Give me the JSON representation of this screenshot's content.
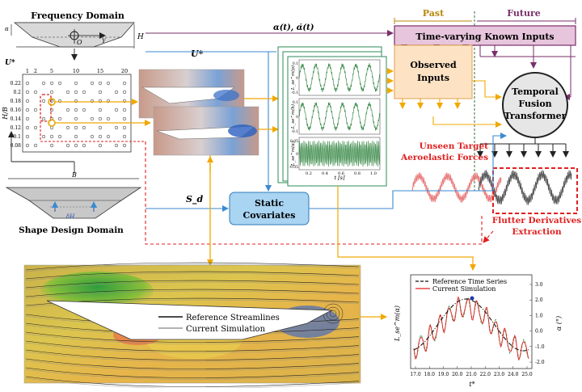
{
  "frequency_domain": {
    "title": "Frequency Domain",
    "alpha_label": "α",
    "h_label": "H",
    "o_label": "O",
    "y_label": "Y",
    "u_label": "U*",
    "x_ticks": [
      "1",
      "2",
      "5",
      "10",
      "15",
      "20"
    ],
    "y_axis_label": "H/B",
    "y_ticks": [
      "0.22",
      "0.2",
      "0.18",
      "0.16",
      "0.14",
      "0.12",
      "0.1",
      "0.08"
    ]
  },
  "shape_design": {
    "title": "Shape Design Domain",
    "b_label": "B",
    "dh_label": "δH"
  },
  "flow": {
    "u_star": "U*",
    "sd": "S_d",
    "alpha_input": "α(t), α̇(t)"
  },
  "timeline": {
    "past": "Past",
    "future": "Future"
  },
  "boxes": {
    "known_inputs": "Time-varying Known Inputs",
    "observed_line1": "Observed",
    "observed_line2": "Inputs",
    "tft_line1": "Temporal",
    "tft_line2": "Fusion",
    "tft_line3": "Transformer",
    "static_line1": "Static",
    "static_line2": "Covariates"
  },
  "force_panel": {
    "y_labels": [
      "L_se^m(p)",
      "L_se^m(h)",
      "L_se^m(α)"
    ],
    "x_ticks": [
      "0.2",
      "0.4",
      "0.6",
      "0.8",
      "1.0"
    ],
    "x_label": "t [s]",
    "y_ticks": [
      "0.1",
      "0",
      "-0.1",
      "0.1",
      "0",
      "-0.1",
      "0.05",
      "0",
      "-0.05"
    ]
  },
  "labels": {
    "unseen_line1": "Unseen Target",
    "unseen_line2": "Aeroelastic Forces",
    "flutter_line1": "Flutter Derivatives",
    "flutter_line2": "Extraction"
  },
  "streamlines": {
    "legend_reference": "Reference Streamlines",
    "legend_current": "Current Simulation"
  },
  "bottom_chart": {
    "legend_reference": "Reference Time Series",
    "legend_current": "Current Simulation",
    "y_left_label": "L_se^m(α)",
    "y_right_label": "α (°)",
    "x_label": "t*",
    "x_ticks": [
      "17.0",
      "18.0",
      "19.0",
      "20.0",
      "21.0",
      "22.0",
      "23.0",
      "24.0",
      "25.0"
    ],
    "y_right_ticks": [
      "3.0",
      "2.0",
      "1.0",
      "0.0",
      "-1.0",
      "-2.0"
    ]
  },
  "colors": {
    "known_inputs_bg": "#e7c5dc",
    "known_inputs_border": "#7a2e6a",
    "observed_bg": "#fde3c4",
    "observed_border": "#e0a050",
    "static_bg": "#a9d4f2",
    "static_border": "#2f7ab8",
    "tft_bg": "#e6e6e6",
    "past_color": "#b8860b",
    "future_color": "#7a2e6a",
    "orange_arrow": "#f0a800",
    "blue_arrow": "#3a8ad0",
    "red_dashed": "#e02020"
  }
}
